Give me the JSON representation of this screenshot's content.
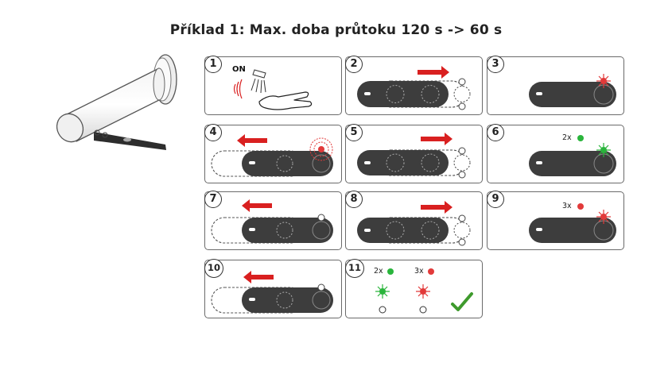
{
  "title": "Příklad 1: Max. doba průtoku 120 s -> 60 s",
  "panels": [
    {
      "number": "1",
      "label": "ON"
    },
    {
      "number": "2"
    },
    {
      "number": "3"
    },
    {
      "number": "4"
    },
    {
      "number": "5"
    },
    {
      "number": "6",
      "count": "2x"
    },
    {
      "number": "7"
    },
    {
      "number": "8"
    },
    {
      "number": "9",
      "count": "3x"
    },
    {
      "number": "10"
    },
    {
      "number": "11",
      "green_count": "2x",
      "red_count": "3x"
    }
  ],
  "colors": {
    "arrow": "#d92020",
    "green_led": "#2ab53c",
    "red_led": "#e23a3a",
    "check": "#3e9a2c",
    "bar": "#3d3d3d"
  }
}
